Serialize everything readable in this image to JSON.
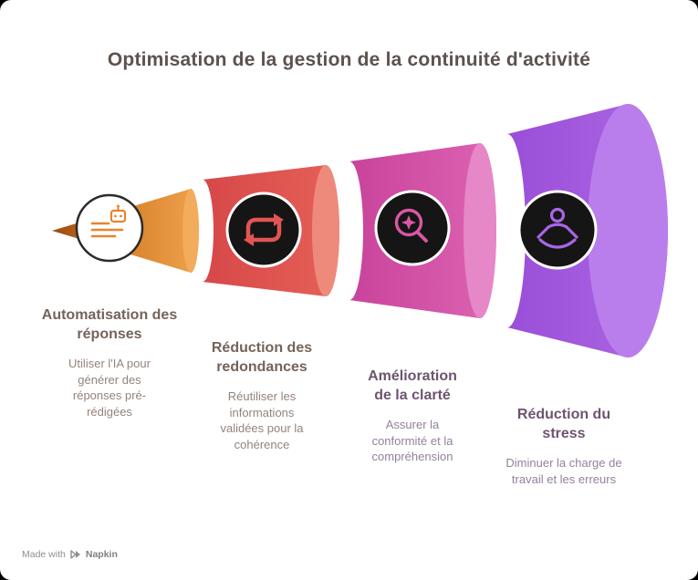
{
  "title": "Optimisation de la gestion de la continuité d'activité",
  "funnel": {
    "stages": [
      {
        "heading": "Automatisation des réponses",
        "description": "Utiliser l'IA pour générer des réponses pré-rédigées",
        "color": "#e08a33",
        "icon": "ai-robot-lines-icon"
      },
      {
        "heading": "Réduction des redondances",
        "description": "Réutiliser les informations validées pour la cohérence",
        "color": "#e25555",
        "icon": "repeat-arrows-icon"
      },
      {
        "heading": "Amélioration de la clarté",
        "description": "Assurer la conformité et la compréhension",
        "color": "#d453a6",
        "icon": "magnifier-sparkle-icon"
      },
      {
        "heading": "Réduction du stress",
        "description": "Diminuer la charge de travail et les erreurs",
        "color": "#a55ee0",
        "icon": "meditation-icon"
      }
    ]
  },
  "footer": {
    "made_with": "Made with",
    "brand": "Napkin"
  }
}
